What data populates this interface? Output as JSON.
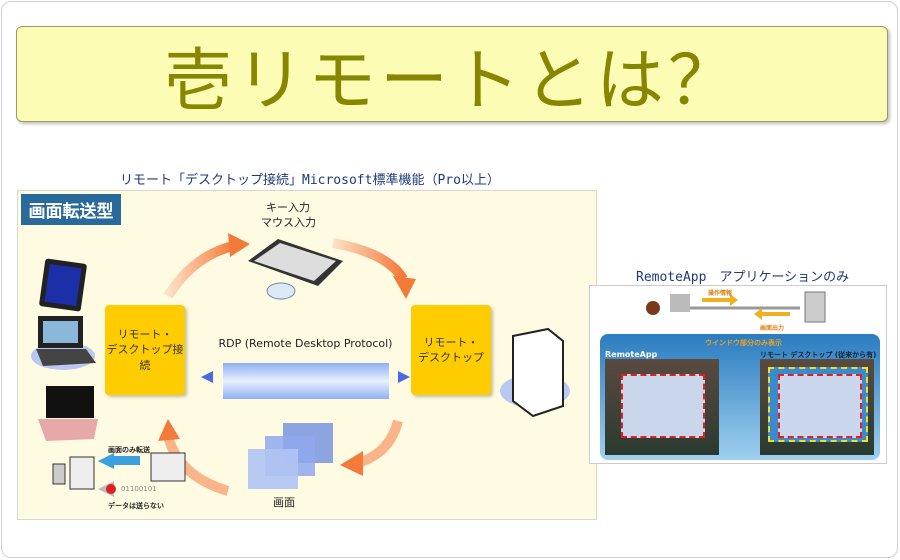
{
  "title": "壱リモートとは？",
  "left": {
    "caption": "リモート「デスクトップ接続」Microsoft標準機能（Pro以上）",
    "tag": "画面転送型",
    "input_label_1": "キー入力",
    "input_label_2": "マウス入力",
    "client_box_1": "リモート・",
    "client_box_2": "デスクトップ接続",
    "host_box_1": "リモート・",
    "host_box_2": "デスクトップ",
    "protocol": "RDP (Remote Desktop Protocol)",
    "screen_label": "画面",
    "screen_only": "画面のみ転送",
    "no_data": "データは送らない",
    "bits": "01100101"
  },
  "right": {
    "caption": "RemoteApp　アプリケーションのみ",
    "op_info": "操作情報",
    "screen_out": "画面出力",
    "window_only": "ウインドウ部分のみ表示",
    "remoteapp_label": "RemoteApp",
    "rd_label": "リモート デスクトップ (従来から有)"
  }
}
